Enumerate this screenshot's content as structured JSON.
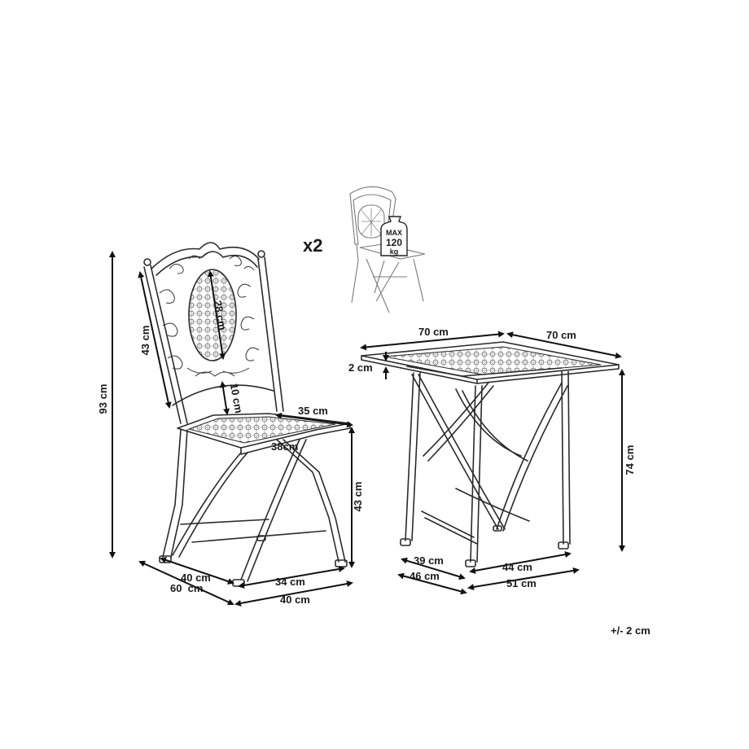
{
  "set_quantity_label": "x2",
  "load_badge": {
    "top": "MAX",
    "value": "120",
    "unit": "kg"
  },
  "chair": {
    "total_height": "93 cm",
    "backrest_height": "43 cm",
    "backrest_panel_height": "28 cm",
    "backrest_gap": "10 cm",
    "seat_depth": "35 cm",
    "seat_width": "38cm",
    "seat_height": "43 cm",
    "base_depth_inner": "40 cm",
    "base_depth_outer": "60  cm",
    "base_width_inner": "34 cm",
    "base_width_outer": "40 cm"
  },
  "table": {
    "top_width": "70 cm",
    "top_depth": "70 cm",
    "top_thickness": "2 cm",
    "height": "74 cm",
    "base_depth_inner": "39 cm",
    "base_depth_outer": "46 cm",
    "base_width_inner": "44 cm",
    "base_width_outer": "51 cm"
  },
  "tolerance_note": "+/- 2 cm"
}
